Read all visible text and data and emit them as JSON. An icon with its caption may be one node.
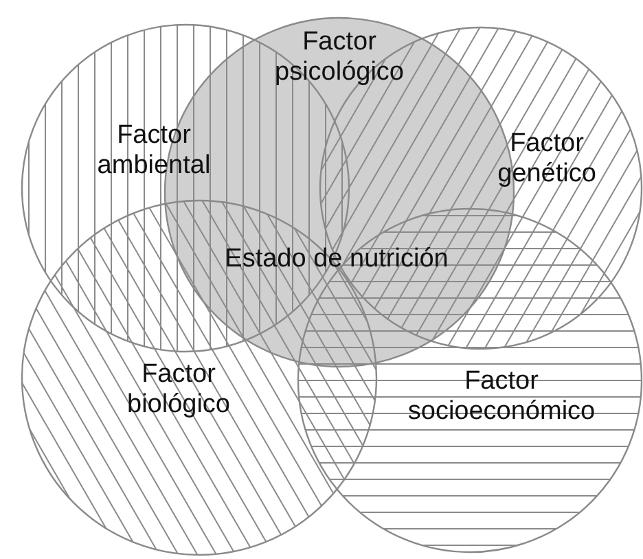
{
  "diagram": {
    "nodes": [
      {
        "text": [
          "Factor psicológico"
        ]
      },
      {
        "text": [
          "Factor ambiental"
        ]
      },
      {
        "text": [
          "Factor genético"
        ]
      },
      {
        "text": [
          "Factor biológico"
        ]
      },
      {
        "text": [
          "Factor socioeconómico"
        ]
      }
    ],
    "edges": [],
    "labels": [
      "Estado de nutrición"
    ]
  }
}
